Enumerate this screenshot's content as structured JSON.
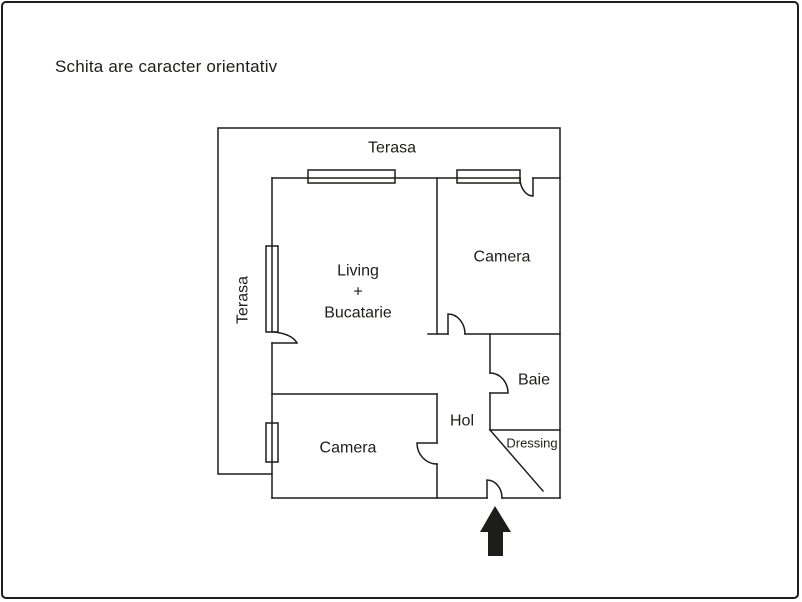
{
  "title": "Schita are caracter orientativ",
  "plan": {
    "labels": {
      "terasa_top": "Terasa",
      "terasa_left": "Terasa",
      "living_line1": "Living",
      "living_line2": "+",
      "living_line3": "Bucatarie",
      "camera_top": "Camera",
      "baie": "Baie",
      "hol": "Hol",
      "dressing": "Dressing",
      "camera_bottom": "Camera"
    },
    "icons": {
      "entrance_arrow": "up-arrow"
    },
    "colors": {
      "line": "#1d1d1b",
      "text": "#1d1d1b",
      "arrow": "#1d1d1b",
      "background": "#ffffff"
    }
  }
}
